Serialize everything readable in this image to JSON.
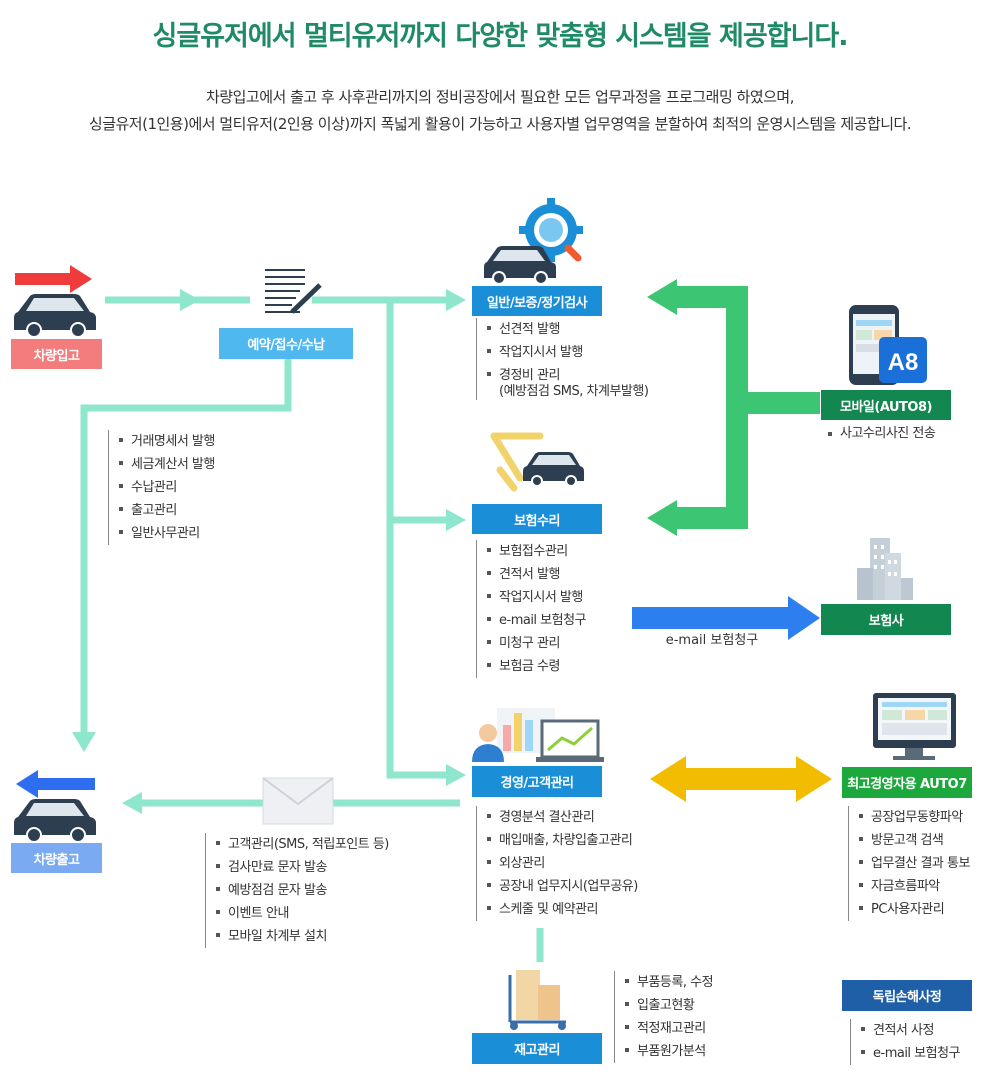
{
  "header": {
    "title": "싱글유저에서 멀티유저까지 다양한 맞춤형 시스템을 제공합니다.",
    "subtitle_line1": "차량입고에서 출고 후 사후관리까지의 정비공장에서 필요한 모든 업무과정을 프로그래밍 하였으며,",
    "subtitle_line2": "싱글유저(1인용)에서 멀티유저(2인용 이상)까지 폭넓게 활용이 가능하고 사용자별 업무영역을 분할하여 최적의 운영시스템을 제공합니다."
  },
  "nodes": {
    "car_in": "차량입고",
    "reception": "예약/접수/수납",
    "inspection": "일반/보증/정기검사",
    "insurance_repair": "보험수리",
    "management": "경영/고객관리",
    "inventory": "재고관리",
    "car_out": "차량출고",
    "mobile": "모바일(AUTO8)",
    "insurer": "보험사",
    "exec": "최고경영자용 AUTO7",
    "adjuster": "독립손해사정"
  },
  "mobile_logo": "A8",
  "email_claim_label": "e-mail 보험청구",
  "lists": {
    "reception": [
      "거래명세서 발행",
      "세금계산서 발행",
      "수납관리",
      "출고관리",
      "일반사무관리"
    ],
    "inspection": [
      "선견적 발행",
      "작업지시서 발행",
      "경정비 관리",
      "(예방점검 SMS, 차계부발행)"
    ],
    "insurance_repair": [
      "보험접수관리",
      "견적서 발행",
      "작업지시서 발행",
      "e-mail 보험청구",
      "미청구 관리",
      "보험금 수령"
    ],
    "management": [
      "경영분석 결산관리",
      "매입매출, 차량입출고관리",
      "외상관리",
      "공장내 업무지시(업무공유)",
      "스케줄 및 예약관리"
    ],
    "customer": [
      "고객관리(SMS, 적립포인트 등)",
      "검사만료 문자 발송",
      "예방점검 문자 발송",
      "이벤트 안내",
      "모바일 차계부 설치"
    ],
    "inventory": [
      "부품등록, 수정",
      "입출고현황",
      "적정재고관리",
      "부품원가분석"
    ],
    "mobile": [
      "사고수리사진 전송"
    ],
    "exec": [
      "공장업무동향파악",
      "방문고객 검색",
      "업무결산 결과 통보",
      "자금흐름파악",
      "PC사용자관리"
    ],
    "adjuster": [
      "견적서 사정",
      "e-mail 보험청구"
    ]
  },
  "colors": {
    "title": "#1f8a66",
    "blue_box": "#1a8fd8",
    "light_blue_box": "#4fb8ee",
    "green_box": "#12874f",
    "bright_green_box": "#1ca83c",
    "navy_box": "#1f5fa8",
    "mint_line": "#8ee6cc",
    "green_arrow": "#3cc673",
    "blue_arrow": "#2d7ff0",
    "yellow_arrow": "#f2bd00",
    "red_arrow": "#ef3b3b",
    "car_in_box": "#f37c7c",
    "car_out_box": "#7aaaf2"
  }
}
